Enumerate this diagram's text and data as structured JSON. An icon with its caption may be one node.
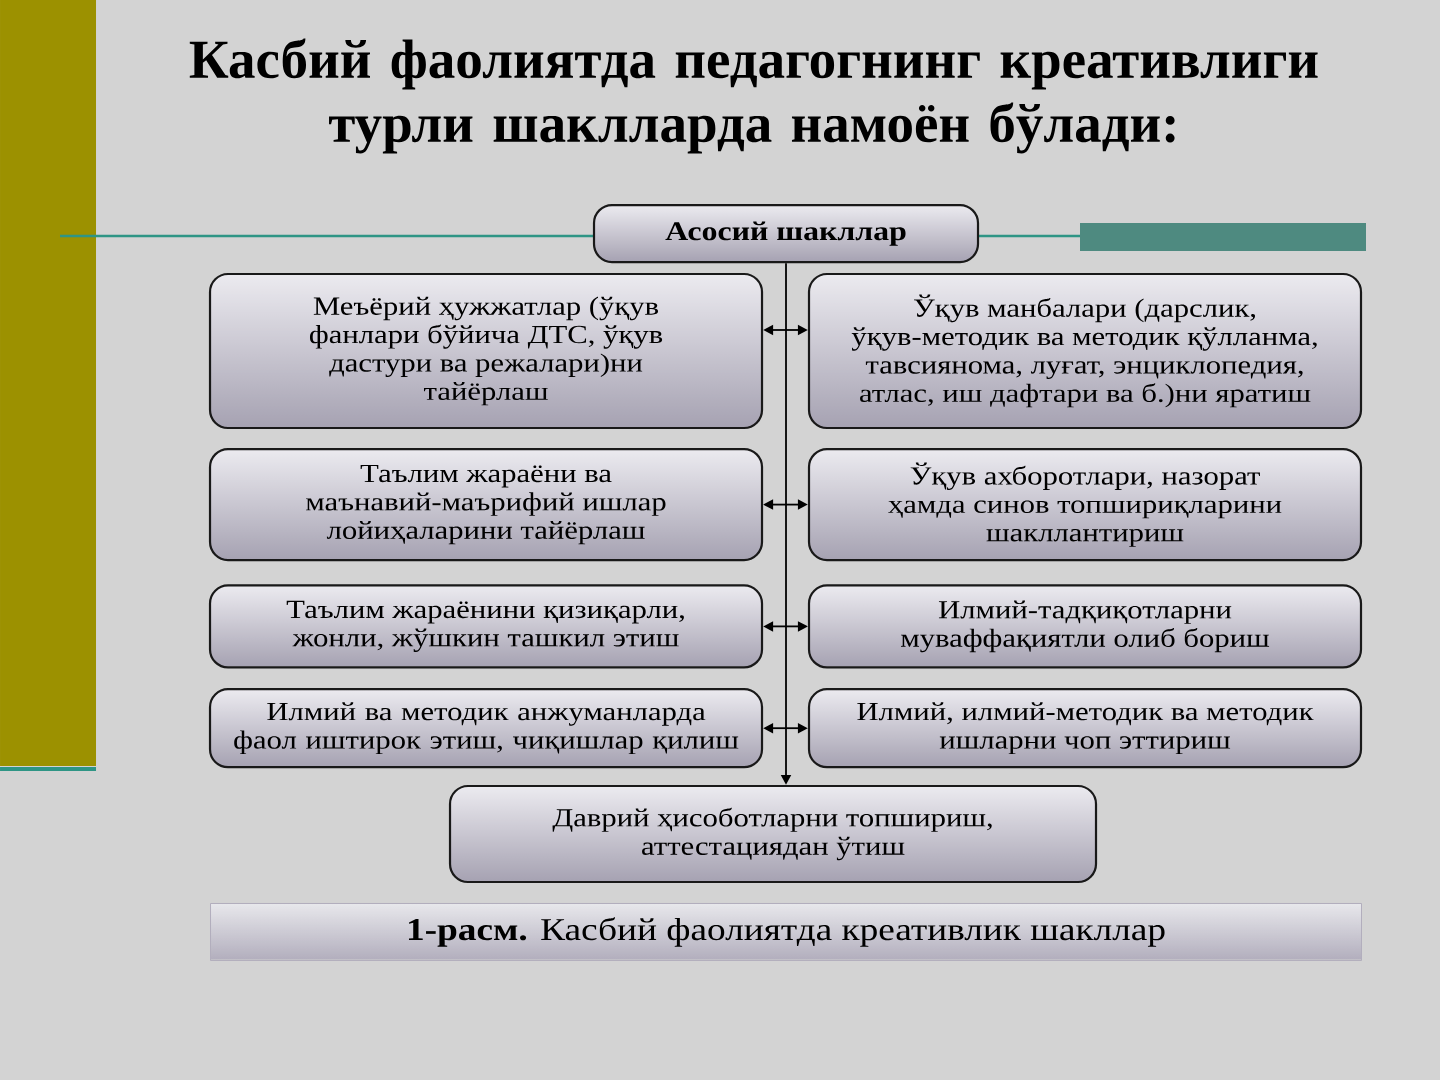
{
  "diagram": {
    "title": "Касбий фаолиятда педагогнинг креативлиги турли шаклларда намоён бўлади:",
    "caption": "**1-расм.** Касбий фаолиятда креативлик шакллар",
    "nodes": [
      {
        "text": [
          "Асосий шакллар"
        ]
      },
      {
        "text": [
          "Меъёрий ҳужжатлар (ўқув фанлари бўйича ДТС, ўқув дастури ва режалари)ни тайёрлаш"
        ]
      },
      {
        "text": [
          "Ўқув манбалари (дарслик, ўқув-методик ва методик қўлланма, тавсиянома, луғат, энциклопедия, атлас, иш дафтари ва б.)ни яратиш"
        ]
      },
      {
        "text": [
          "Таълим жараёни ва маънавий-маърифий ишлар лойиҳаларини тайёрлаш"
        ]
      },
      {
        "text": [
          "Ўқув ахборотлари, назорат ҳамда синов топшириқларини шакллантириш"
        ]
      },
      {
        "text": [
          "Таълим жараёнини қизиқарли, жонли, жўшкин ташкил этиш"
        ]
      },
      {
        "text": [
          "Илмий-тадқиқотларни муваффақиятли олиб бориш"
        ]
      },
      {
        "text": [
          "Илмий ва методик анжуманларда фаол иштирок этиш, чиқишлар қилиш"
        ]
      },
      {
        "text": [
          "Илмий, илмий-методик ва методик ишларни чоп эттириш"
        ]
      },
      {
        "text": [
          "Даврий ҳисоботларни топшириш, аттестациядан ўтиш"
        ]
      }
    ],
    "edges": [
      {
        "from": 0,
        "to": 9,
        "arrow": "to"
      },
      {
        "from": 1,
        "to": 2,
        "arrow": "both"
      },
      {
        "from": 3,
        "to": 4,
        "arrow": "both"
      },
      {
        "from": 5,
        "to": 6,
        "arrow": "both"
      },
      {
        "from": 7,
        "to": 8,
        "arrow": "both"
      }
    ]
  }
}
